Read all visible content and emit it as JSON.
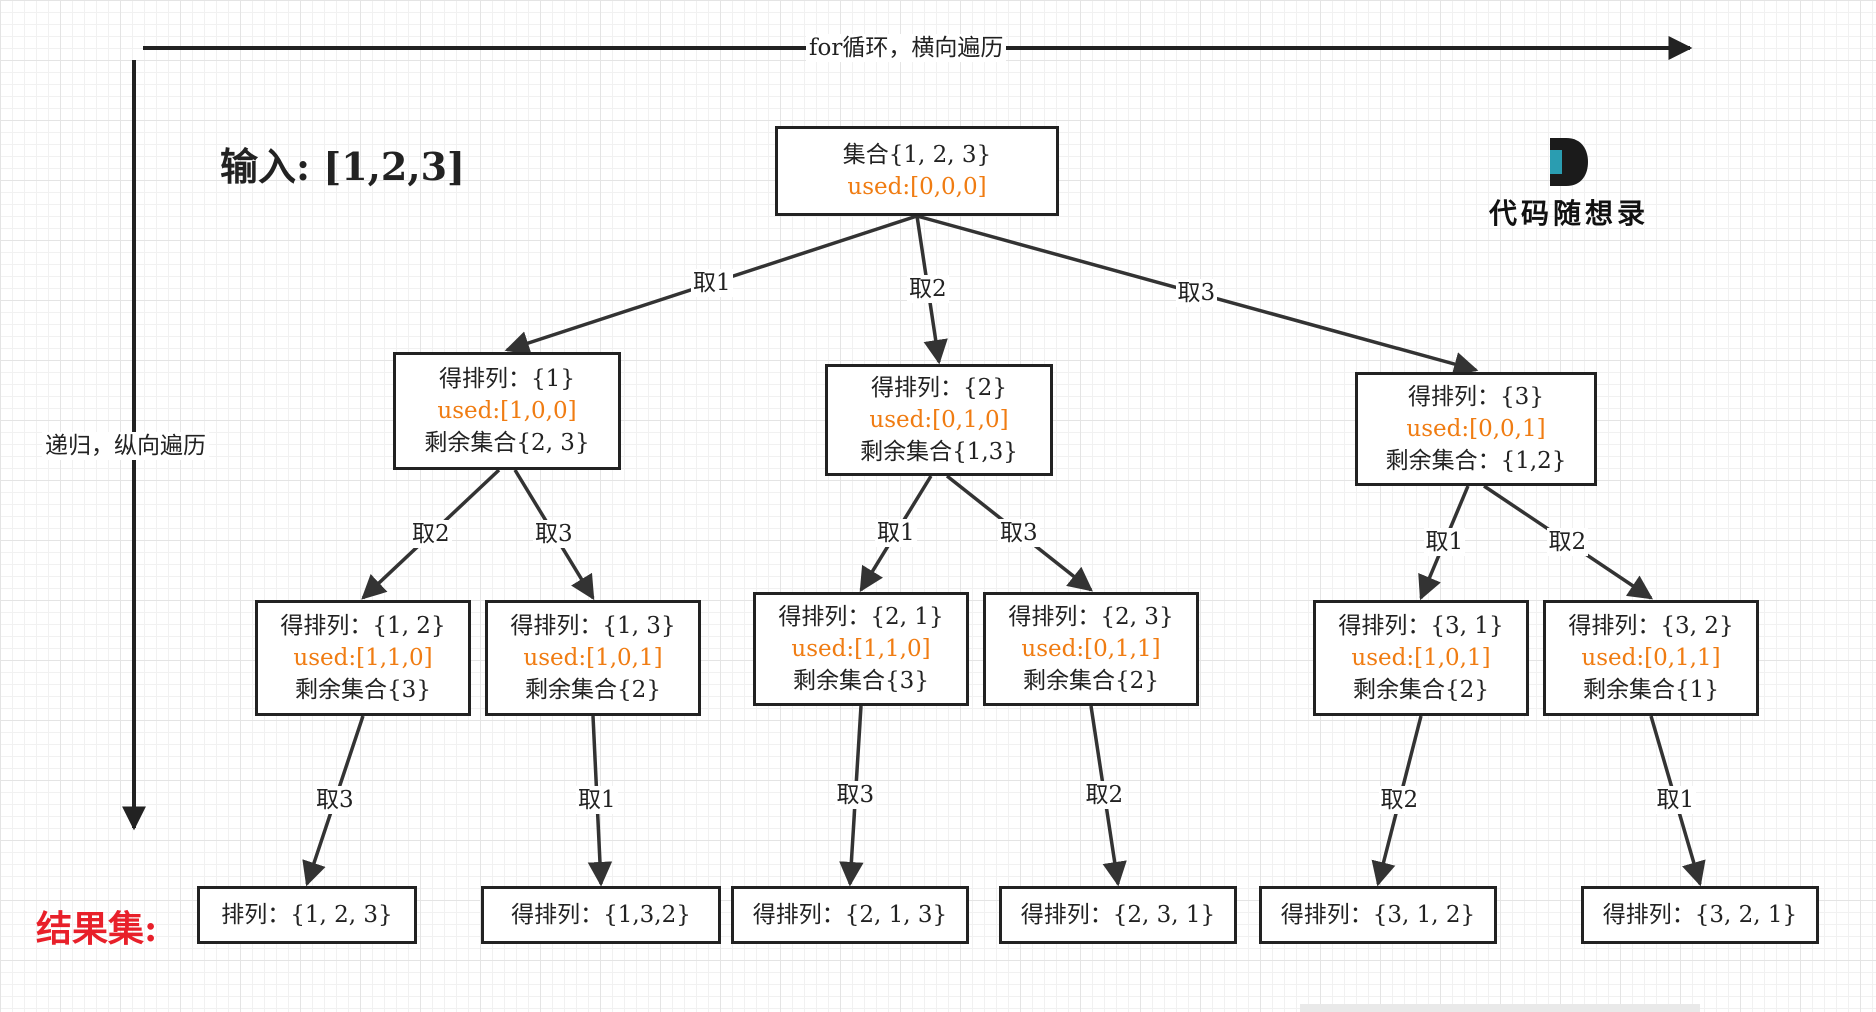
{
  "axes": {
    "horizontal": "for循环，横向遍历",
    "vertical": "递归，纵向遍历"
  },
  "input_label": "输入: [1,2,3]",
  "result_label": "结果集:",
  "logo": {
    "text": "代码随想录"
  },
  "colors": {
    "used": "#f07c12",
    "result": "#e8202a",
    "logo_accent": "#2a9db1"
  },
  "nodes": {
    "root": {
      "lines": [
        "集合{1, 2, 3}",
        "used:[0,0,0]"
      ]
    },
    "n1": {
      "lines": [
        "得排列：{1}",
        "used:[1,0,0]",
        "剩余集合{2, 3}"
      ]
    },
    "n2": {
      "lines": [
        "得排列：{2}",
        "used:[0,1,0]",
        "剩余集合{1,3}"
      ]
    },
    "n3": {
      "lines": [
        "得排列：{3}",
        "used:[0,0,1]",
        "剩余集合：{1,2}"
      ]
    },
    "n12": {
      "lines": [
        "得排列：{1, 2}",
        "used:[1,1,0]",
        "剩余集合{3}"
      ]
    },
    "n13": {
      "lines": [
        "得排列：{1, 3}",
        "used:[1,0,1]",
        "剩余集合{2}"
      ]
    },
    "n21": {
      "lines": [
        "得排列：{2, 1}",
        "used:[1,1,0]",
        "剩余集合{3}"
      ]
    },
    "n23": {
      "lines": [
        "得排列：{2, 3}",
        "used:[0,1,1]",
        "剩余集合{2}"
      ]
    },
    "n31": {
      "lines": [
        "得排列：{3, 1}",
        "used:[1,0,1]",
        "剩余集合{2}"
      ]
    },
    "n32": {
      "lines": [
        "得排列：{3, 2}",
        "used:[0,1,1]",
        "剩余集合{1}"
      ]
    },
    "r123": {
      "lines": [
        "排列：{1, 2, 3}"
      ]
    },
    "r132": {
      "lines": [
        "得排列：{1,3,2}"
      ]
    },
    "r213": {
      "lines": [
        "得排列：{2, 1, 3}"
      ]
    },
    "r231": {
      "lines": [
        "得排列：{2, 3, 1}"
      ]
    },
    "r312": {
      "lines": [
        "得排列：{3, 1, 2}"
      ]
    },
    "r321": {
      "lines": [
        "得排列：{3, 2, 1}"
      ]
    }
  },
  "edges": [
    {
      "from": "root",
      "to": "n1",
      "label": "取1"
    },
    {
      "from": "root",
      "to": "n2",
      "label": "取2"
    },
    {
      "from": "root",
      "to": "n3",
      "label": "取3"
    },
    {
      "from": "n1",
      "to": "n12",
      "label": "取2"
    },
    {
      "from": "n1",
      "to": "n13",
      "label": "取3"
    },
    {
      "from": "n2",
      "to": "n21",
      "label": "取1"
    },
    {
      "from": "n2",
      "to": "n23",
      "label": "取3"
    },
    {
      "from": "n3",
      "to": "n31",
      "label": "取1"
    },
    {
      "from": "n3",
      "to": "n32",
      "label": "取2"
    },
    {
      "from": "n12",
      "to": "r123",
      "label": "取3"
    },
    {
      "from": "n13",
      "to": "r132",
      "label": "取1"
    },
    {
      "from": "n21",
      "to": "r213",
      "label": "取3"
    },
    {
      "from": "n23",
      "to": "r231",
      "label": "取2"
    },
    {
      "from": "n31",
      "to": "r312",
      "label": "取2"
    },
    {
      "from": "n32",
      "to": "r321",
      "label": "取1"
    }
  ]
}
